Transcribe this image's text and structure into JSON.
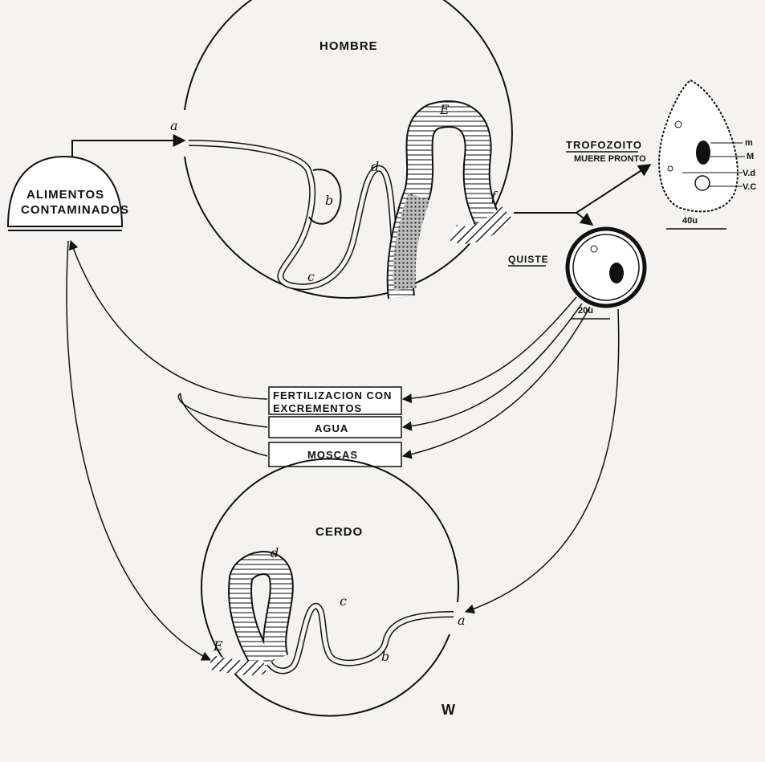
{
  "hosts": {
    "human": "HOMBRE",
    "pig": "CERDO"
  },
  "source": {
    "line1": "ALIMENTOS",
    "line2": "CONTAMINADOS"
  },
  "trophozoite": {
    "title": "TROFOZOITO",
    "subtitle": "MUERE PRONTO",
    "parts": [
      "m",
      "M",
      "V.d",
      "V.C"
    ],
    "scale": "40u"
  },
  "cyst": {
    "title": "QUISTE",
    "scale": "20u"
  },
  "routes": {
    "fertilization_1": "FERTILIZACION CON",
    "fertilization_2": "EXCREMENTOS",
    "water": "AGUA",
    "flies": "MOSCAS"
  },
  "human_letters": [
    "a",
    "b",
    "c",
    "d",
    "E",
    "f"
  ],
  "pig_letters": [
    "a",
    "b",
    "c",
    "d",
    "E"
  ],
  "monogram": "W"
}
